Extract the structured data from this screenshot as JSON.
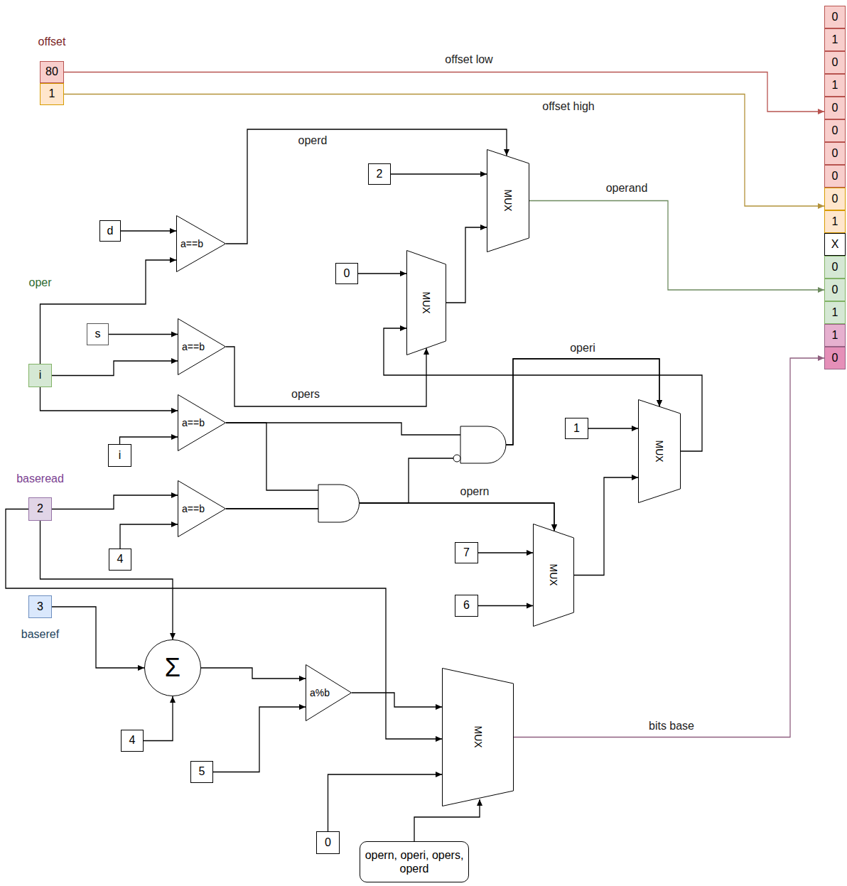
{
  "diagram": {
    "nodes": [
      {
        "text": [
          "offset",
          "80"
        ]
      },
      {
        "text": [
          "1"
        ]
      },
      {
        "text": [
          "d"
        ]
      },
      {
        "text": [
          "a==b"
        ]
      },
      {
        "text": [
          "2"
        ]
      },
      {
        "text": [
          "MUX"
        ]
      },
      {
        "text": [
          "0"
        ]
      },
      {
        "text": [
          "MUX"
        ]
      },
      {
        "text": [
          "s"
        ]
      },
      {
        "text": [
          "a==b"
        ]
      },
      {
        "text": [
          "oper",
          "i"
        ]
      },
      {
        "text": [
          "a==b"
        ]
      },
      {
        "text": [
          "i"
        ]
      },
      {
        "text": [
          "1"
        ]
      },
      {
        "text": [
          "MUX"
        ]
      },
      {
        "text": [
          "baseread",
          "2"
        ]
      },
      {
        "text": [
          "a==b"
        ]
      },
      {
        "text": [
          "4"
        ]
      },
      {
        "text": [
          "7"
        ]
      },
      {
        "text": [
          "MUX"
        ]
      },
      {
        "text": [
          "6"
        ]
      },
      {
        "text": [
          "3",
          "baseref"
        ]
      },
      {
        "text": [
          "Σ"
        ]
      },
      {
        "text": [
          "4"
        ]
      },
      {
        "text": [
          "a%b"
        ]
      },
      {
        "text": [
          "5"
        ]
      },
      {
        "text": [
          "MUX"
        ]
      },
      {
        "text": [
          "0"
        ]
      },
      {
        "text": [
          "opern, operi, opers, operd"
        ]
      },
      {
        "text": [
          "0"
        ]
      },
      {
        "text": [
          "1"
        ]
      },
      {
        "text": [
          "0"
        ]
      },
      {
        "text": [
          "1"
        ]
      },
      {
        "text": [
          "0"
        ]
      },
      {
        "text": [
          "0"
        ]
      },
      {
        "text": [
          "0"
        ]
      },
      {
        "text": [
          "0"
        ]
      },
      {
        "text": [
          "0"
        ]
      },
      {
        "text": [
          "1"
        ]
      },
      {
        "text": [
          "X"
        ]
      },
      {
        "text": [
          "0"
        ]
      },
      {
        "text": [
          "0"
        ]
      },
      {
        "text": [
          "1"
        ]
      },
      {
        "text": [
          "1"
        ]
      },
      {
        "text": [
          "0"
        ]
      }
    ],
    "edges": [
      {
        "from": 0,
        "to": 33,
        "arrow": "to",
        "label": "offset low"
      },
      {
        "from": 1,
        "to": 37,
        "arrow": "to",
        "label": "offset high"
      },
      {
        "from": 2,
        "to": 3,
        "arrow": "to"
      },
      {
        "from": 10,
        "to": 3,
        "arrow": "to"
      },
      {
        "from": 3,
        "to": 5,
        "arrow": "to",
        "label": "operd"
      },
      {
        "from": 4,
        "to": 5,
        "arrow": "to"
      },
      {
        "from": 7,
        "to": 5,
        "arrow": "to"
      },
      {
        "from": 5,
        "to": 41,
        "arrow": "to",
        "label": "operand"
      },
      {
        "from": 6,
        "to": 7,
        "arrow": "to"
      },
      {
        "from": 8,
        "to": 9,
        "arrow": "to"
      },
      {
        "from": 10,
        "to": 9,
        "arrow": "to"
      },
      {
        "from": 9,
        "to": 7,
        "arrow": "to",
        "label": "opers"
      },
      {
        "from": 14,
        "to": 7,
        "arrow": "to"
      },
      {
        "from": 10,
        "to": 11,
        "arrow": "to"
      },
      {
        "from": 12,
        "to": 11,
        "arrow": "to"
      },
      {
        "from": 11,
        "to": 14,
        "arrow": "to",
        "label": "operi"
      },
      {
        "from": 16,
        "to": 14,
        "arrow": "to"
      },
      {
        "from": 11,
        "to": 19,
        "arrow": "to",
        "label": "opern"
      },
      {
        "from": 16,
        "to": 19,
        "arrow": "to"
      },
      {
        "from": 13,
        "to": 14,
        "arrow": "to"
      },
      {
        "from": 15,
        "to": 16,
        "arrow": "to"
      },
      {
        "from": 17,
        "to": 16,
        "arrow": "to"
      },
      {
        "from": 18,
        "to": 19,
        "arrow": "to"
      },
      {
        "from": 20,
        "to": 19,
        "arrow": "to"
      },
      {
        "from": 19,
        "to": 14,
        "arrow": "to"
      },
      {
        "from": 15,
        "to": 22,
        "arrow": "to"
      },
      {
        "from": 15,
        "to": 26,
        "arrow": "to"
      },
      {
        "from": 21,
        "to": 22,
        "arrow": "to"
      },
      {
        "from": 23,
        "to": 22,
        "arrow": "to"
      },
      {
        "from": 22,
        "to": 24,
        "arrow": "to"
      },
      {
        "from": 25,
        "to": 24,
        "arrow": "to"
      },
      {
        "from": 24,
        "to": 26,
        "arrow": "to"
      },
      {
        "from": 27,
        "to": 26,
        "arrow": "to"
      },
      {
        "from": 28,
        "to": 26,
        "arrow": "to"
      },
      {
        "from": 26,
        "to": 44,
        "arrow": "to",
        "label": "bits base"
      }
    ]
  }
}
